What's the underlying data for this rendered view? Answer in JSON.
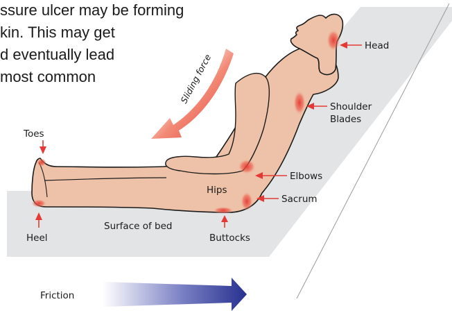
{
  "intro": {
    "lines": [
      "ssure ulcer may be forming",
      "kin. This may get",
      "d eventually lead",
      " most common"
    ]
  },
  "forces": {
    "sliding_label": "Sliding force",
    "friction_label": "Friction"
  },
  "labels": {
    "head": "Head",
    "shoulder_line1": "Shoulder",
    "shoulder_line2": "Blades",
    "elbows": "Elbows",
    "hips": "Hips",
    "sacrum": "Sacrum",
    "buttocks": "Buttocks",
    "toes": "Toes",
    "heel": "Heel",
    "bed_surface": "Surface of bed"
  },
  "colors": {
    "skin": "#eec2a8",
    "outline": "#1a1a1a",
    "bed": "#e3e4e5",
    "arrow_red": "#e53935",
    "friction_arrow": "#27318f"
  }
}
